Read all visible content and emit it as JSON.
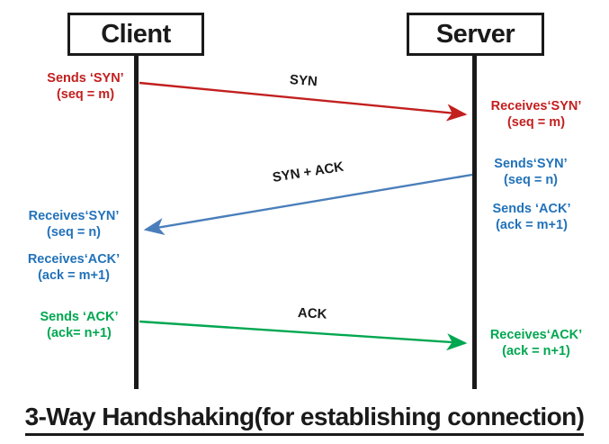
{
  "colors": {
    "ink": "#1a1a1a",
    "red": "#c2201f",
    "blue": "#2272b9",
    "blue_arrow": "#4a7ebb",
    "green": "#00a750"
  },
  "actors": {
    "client": "Client",
    "server": "Server"
  },
  "messages": [
    {
      "label": "SYN"
    },
    {
      "label": "SYN + ACK"
    },
    {
      "label": "ACK"
    }
  ],
  "annotations": {
    "client_sends_syn": {
      "line1": "Sends ‘SYN’",
      "line2": "(seq = m)"
    },
    "server_receives_syn": {
      "line1": "Receives‘SYN’",
      "line2": "(seq = m)"
    },
    "server_sends_syn": {
      "line1": "Sends‘SYN’",
      "line2": "(seq = n)"
    },
    "server_sends_ack": {
      "line1": "Sends ‘ACK’",
      "line2": "(ack = m+1)"
    },
    "client_receives_syn": {
      "line1": "Receives‘SYN’",
      "line2": "(seq = n)"
    },
    "client_receives_ack": {
      "line1": "Receives‘ACK’",
      "line2": "(ack = m+1)"
    },
    "client_sends_ack": {
      "line1": "Sends ‘ACK’",
      "line2": "(ack= n+1)"
    },
    "server_receives_ack": {
      "line1": "Receives‘ACK’",
      "line2": "(ack = n+1)"
    }
  },
  "title": "3-Way Handshaking(for establishing connection)"
}
